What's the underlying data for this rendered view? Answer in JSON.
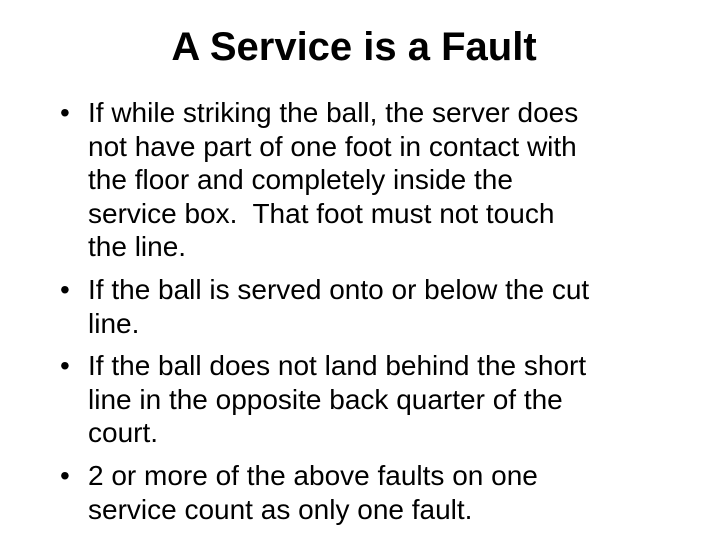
{
  "slide": {
    "title": "A Service is a Fault",
    "bullet_char": "•",
    "text_color": "#000000",
    "background_color": "#ffffff",
    "bullets": [
      {
        "lines": [
          "If while striking the ball, the server does",
          "not have part of one foot in contact with",
          "the floor and completely inside the",
          "service box.  That foot must not touch",
          "the line."
        ]
      },
      {
        "lines": [
          "If the ball is served onto or below the cut",
          "line."
        ]
      },
      {
        "lines": [
          "If the ball does not land behind the short",
          "line in the opposite back quarter of the",
          "court."
        ]
      },
      {
        "lines": [
          "2 or more of the above faults on one",
          "service count as only one fault."
        ]
      }
    ]
  }
}
